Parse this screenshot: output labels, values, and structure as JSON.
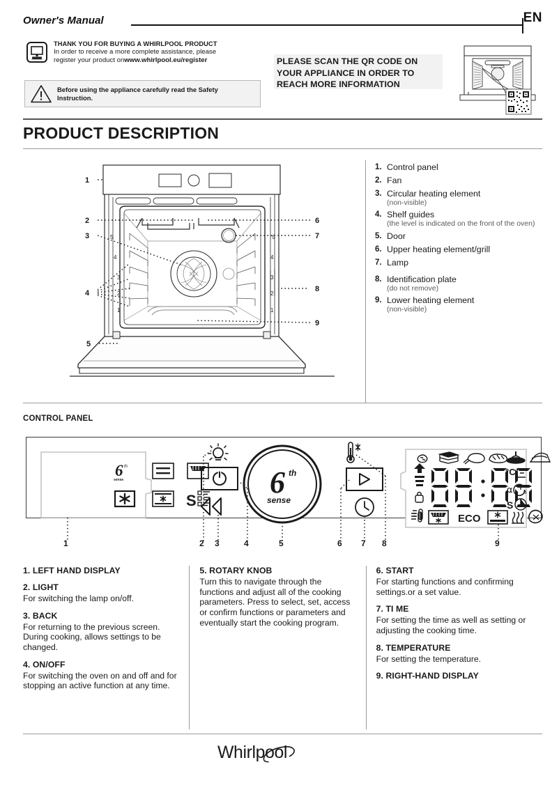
{
  "header": {
    "manual_label": "Owner's Manual",
    "language": "EN"
  },
  "thank_you": {
    "icon": "monitor-icon",
    "title": "THANK YOU FOR BUYING A  WHIRLPOOL PRODUCT",
    "line1": "In order to receive a more complete assistance, please",
    "line2_prefix": "register your product on",
    "line2_url": "www.whirlpool.eu/register"
  },
  "safety": {
    "icon": "warning-triangle-icon",
    "text": "Before using the appliance carefully read the Safety Instruction."
  },
  "qr_callout": {
    "line1": "PLEASE SCAN THE QR CODE ON",
    "line2": "YOUR APPLIANCE IN ORDER TO",
    "line3": "REACH MORE INFORMATION",
    "illustration": "oven-with-qr-code-illustration"
  },
  "section": {
    "title": "PRODUCT DESCRIPTION"
  },
  "diagram": {
    "name": "oven-front-cutaway-diagram",
    "callout_numbers": [
      "1",
      "2",
      "3",
      "4",
      "5",
      "6",
      "7",
      "8",
      "9"
    ],
    "shelf_levels_left": [
      "5",
      "4",
      "3",
      "2",
      "1"
    ],
    "shelf_levels_right": [
      "5",
      "4",
      "3",
      "2",
      "1"
    ]
  },
  "legend": [
    {
      "num": "1.",
      "text": "Control panel",
      "sub": ""
    },
    {
      "num": "2.",
      "text": "Fan",
      "sub": ""
    },
    {
      "num": "3.",
      "text": "Circular heating element",
      "sub": "(non-visible)"
    },
    {
      "num": "4.",
      "text": "Shelf guides",
      "sub": "(the level is indicated on the front of the oven)"
    },
    {
      "num": "5.",
      "text": "Door",
      "sub": ""
    },
    {
      "num": "6.",
      "text": "Upper heating element/grill",
      "sub": ""
    },
    {
      "num": "7.",
      "text": "Lamp",
      "sub": ""
    },
    {
      "num": "8.",
      "text": "Identification plate",
      "sub": "(do not remove)"
    },
    {
      "num": "9.",
      "text": "Lower heating element",
      "sub": "(non-visible)"
    }
  ],
  "control_panel": {
    "title": "CONTROL PANEL",
    "callout_numbers": [
      "1",
      "2",
      "3",
      "4",
      "5",
      "6",
      "7",
      "8",
      "9"
    ],
    "left_display_icons": [
      "sixth-sense-icon",
      "conventional-oven-icon",
      "grill-icon",
      "fan-snowflake-icon",
      "fan-forced-oven-icon",
      "special-functions-s-icon"
    ],
    "buttons": [
      {
        "name": "light-icon",
        "label": ""
      },
      {
        "name": "power-on-off-button",
        "label": ""
      },
      {
        "name": "back-rewind-button",
        "label": ""
      },
      {
        "name": "rotary-knob",
        "label": "6th sense"
      },
      {
        "name": "start-play-button",
        "label": ""
      },
      {
        "name": "time-clock-button",
        "label": ""
      },
      {
        "name": "temperature-thermometer-icon",
        "label": ""
      }
    ],
    "knob_label_main": "6",
    "knob_label_sup": "th",
    "knob_label_sub": "sense",
    "right_display": {
      "top_icons": [
        "meat-icon",
        "lasagne-icon",
        "poultry-icon",
        "bread-icon",
        "pizza-icon",
        "cake-icon"
      ],
      "digits": "88:88",
      "unit_c": "°C",
      "unit_s": "S",
      "left_markers": [
        "level-arrow-icon",
        "shelf-levels-icon",
        "lock-icon",
        "probe-icon"
      ],
      "right_markers": [
        "door-open-icon",
        "cutlery-icon",
        "clock-hours-icon",
        "timer-icon"
      ],
      "bottom_labels": [
        "defrost-icon",
        "ECO",
        "keep-warm-icon",
        "preheat-icon",
        "steam-icon"
      ]
    }
  },
  "descriptions": [
    {
      "head": "1. LEFT HAND DISPLAY",
      "body": ""
    },
    {
      "head": "2. LIGHT",
      "body": "For switching the lamp on/off."
    },
    {
      "head": "3. BACK",
      "body": "For returning to the previous screen. During cooking, allows settings to be changed."
    },
    {
      "head": "4. ON/OFF",
      "body": "For switching the oven on and off and for stopping an active function at any time."
    },
    {
      "head": "5. ROTARY KNOB",
      "body": "Turn this to navigate through the functions and adjust all of the cooking parameters. Press to select, set, access or confirm functions or parameters and eventually start the cooking program."
    },
    {
      "head": "6. START",
      "body": "For starting functions and confirming settings.or a set value."
    },
    {
      "head": "7. TI ME",
      "body": "For setting the time as well as setting or adjusting the cooking time."
    },
    {
      "head": "8. TEMPERATURE",
      "body": "For setting the temperature."
    },
    {
      "head": "9. RIGHT-HAND DISPLAY",
      "body": ""
    }
  ],
  "brand": {
    "name": "Whirlpool"
  },
  "colors": {
    "ink": "#1a1a1a",
    "rule": "#9a9a9a",
    "panel_bg": "#f2f2f2",
    "muted": "#5a5a5a"
  }
}
